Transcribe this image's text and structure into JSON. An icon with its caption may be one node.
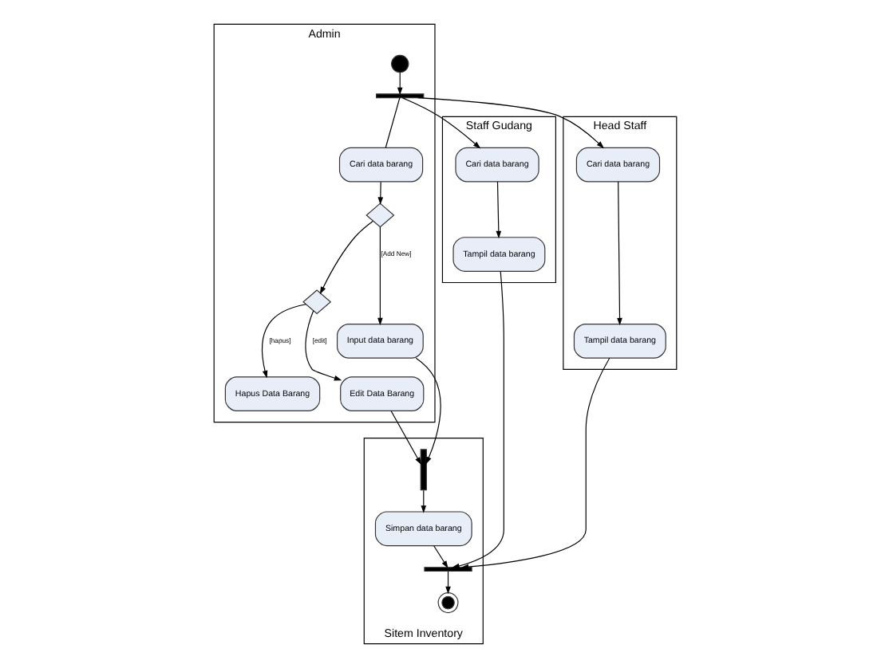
{
  "diagram": {
    "nodes": [
      {
        "text": [
          "Staff Gudang"
        ]
      },
      {
        "text": [
          "Admin"
        ]
      },
      {
        "text": [
          "Sitem Inventory"
        ]
      },
      {
        "text": [
          "Head Staff"
        ]
      },
      {
        "text": [
          "Cari data barang"
        ],
        "in": 0
      },
      {
        "text": [
          "Tampil data barang"
        ],
        "in": 0
      },
      {
        "text": [],
        "shape": "circle",
        "in": 1
      },
      {
        "text": [],
        "shape": "bar",
        "in": 1
      },
      {
        "text": [
          "Cari data barang"
        ],
        "in": 1
      },
      {
        "text": [],
        "shape": "diamond",
        "in": 1
      },
      {
        "text": [
          "Input data barang"
        ],
        "in": 1
      },
      {
        "text": [],
        "shape": "diamond",
        "in": 1
      },
      {
        "text": [
          "Edit Data Barang"
        ],
        "in": 1
      },
      {
        "text": [
          "Hapus Data Barang"
        ],
        "in": 1
      },
      {
        "text": [],
        "shape": "bar",
        "in": 2
      },
      {
        "text": [
          "Simpan data barang"
        ],
        "in": 2
      },
      {
        "text": [],
        "shape": "bar",
        "in": 2
      },
      {
        "text": [],
        "shape": "circle",
        "in": 2
      },
      {
        "text": [
          "Cari data barang"
        ],
        "in": 3
      },
      {
        "text": [
          "Tampil data barang"
        ],
        "in": 3
      }
    ],
    "edges": [
      {
        "from": 6,
        "to": 7,
        "arrow": "to"
      },
      {
        "from": 7,
        "to": 4,
        "arrow": "to"
      },
      {
        "from": 7,
        "to": 8,
        "arrow": "none"
      },
      {
        "from": 7,
        "to": 18,
        "arrow": "to"
      },
      {
        "from": 4,
        "to": 5,
        "arrow": "to"
      },
      {
        "from": 18,
        "to": 19,
        "arrow": "to"
      },
      {
        "from": 8,
        "to": 9,
        "arrow": "to"
      },
      {
        "from": 9,
        "to": 10,
        "arrow": "to",
        "label": "[Add New]"
      },
      {
        "from": 9,
        "to": 11,
        "arrow": "to"
      },
      {
        "from": 11,
        "to": 12,
        "arrow": "to",
        "label": "[edit]"
      },
      {
        "from": 11,
        "to": 13,
        "arrow": "to",
        "label": "[hapus]"
      },
      {
        "from": 10,
        "to": 14,
        "arrow": "to"
      },
      {
        "from": 12,
        "to": 14,
        "arrow": "to"
      },
      {
        "from": 14,
        "to": 15,
        "arrow": "to"
      },
      {
        "from": 5,
        "to": 16,
        "arrow": "to"
      },
      {
        "from": 15,
        "to": 16,
        "arrow": "to"
      },
      {
        "from": 19,
        "to": 16,
        "arrow": "to"
      },
      {
        "from": 16,
        "to": 17,
        "arrow": "to"
      }
    ]
  }
}
